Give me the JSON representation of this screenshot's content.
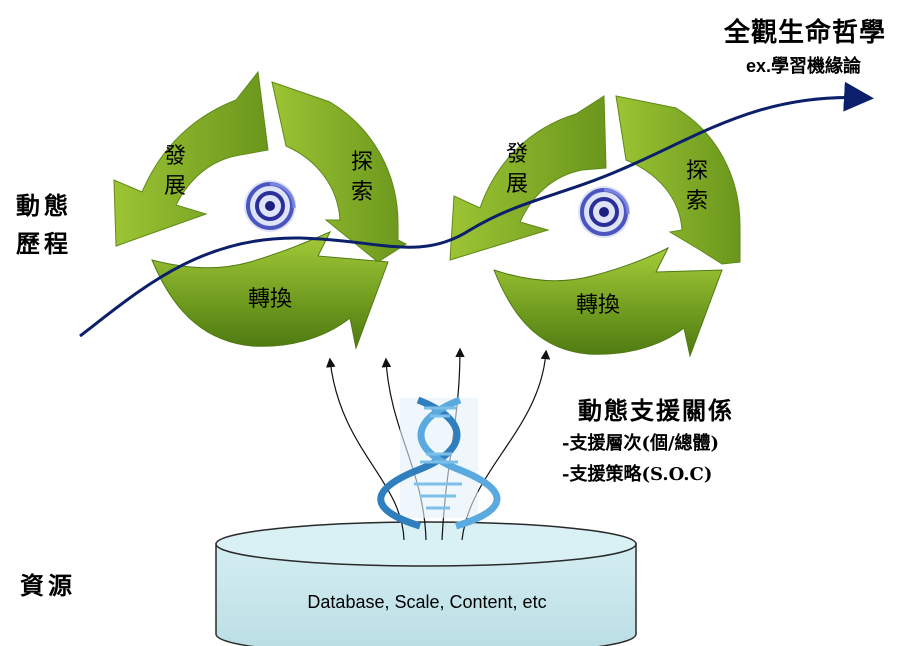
{
  "title": {
    "main": "全觀生命哲學",
    "sub": "ex.學習機緣論"
  },
  "left_labels": {
    "process_line1": "動態",
    "process_line2": "歷程",
    "resource": "資源"
  },
  "cycles": [
    {
      "develop_1": "發",
      "develop_2": "展",
      "explore_1": "探",
      "explore_2": "索",
      "transform": "轉換"
    },
    {
      "develop_1": "發",
      "develop_2": "展",
      "explore_1": "探",
      "explore_2": "索",
      "transform": "轉換"
    }
  ],
  "support": {
    "heading": "動態支援關係",
    "item1": "-支援層次(個/總體)",
    "item2": "-支援策略(S.O.C)"
  },
  "database": {
    "label": "Database, Scale, Content, etc"
  },
  "colors": {
    "cycle_green": "#7aa326",
    "cycle_green_dark": "#4f7a12",
    "curve_navy": "#0b1f6b",
    "db_fill": "#c8e6ec",
    "dna_blue": "#3a8fc8"
  }
}
